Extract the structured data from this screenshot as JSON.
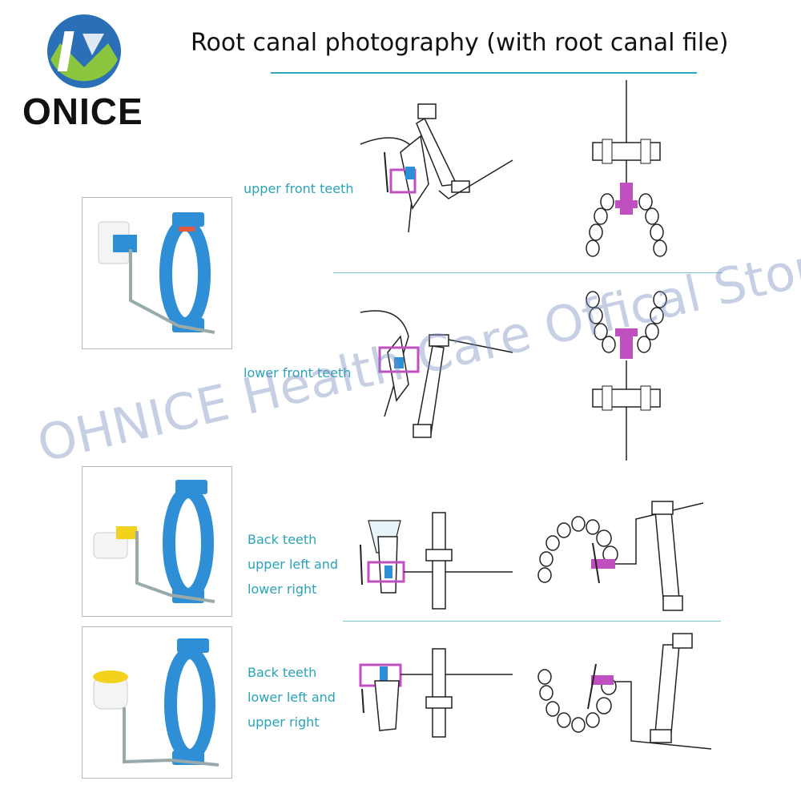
{
  "brand": {
    "name": "ONICE",
    "colors": {
      "logo_blue": "#2b6fb7",
      "logo_green": "#8cc63f"
    }
  },
  "title": "Root canal photography (with root canal file)",
  "sections": [
    {
      "label": "upper front teeth"
    },
    {
      "label": "lower front teeth"
    },
    {
      "label_lines": [
        "Back teeth",
        "upper left and",
        "lower right"
      ]
    },
    {
      "label_lines": [
        "Back teeth",
        "lower left and",
        "upper right"
      ]
    }
  ],
  "watermark": "OHNICE Health Care Offical Store",
  "colors": {
    "accent": "#2aa3b9",
    "device_blue": "#2f8fd6",
    "holder_magenta": "#c050c0",
    "bite_yellow": "#f2d21c"
  }
}
